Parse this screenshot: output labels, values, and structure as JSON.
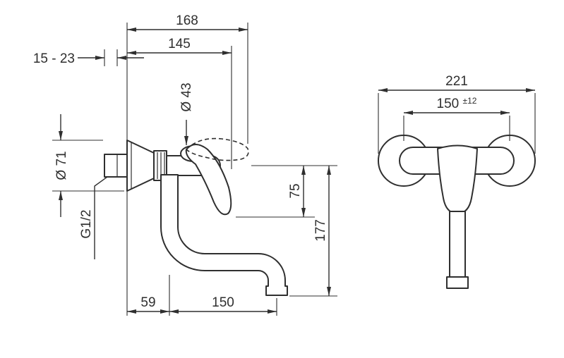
{
  "drawing": {
    "side_view": {
      "depth_total": "168",
      "depth_inner": "145",
      "wall_adjust_range": "15 - 23",
      "handle_diameter": "Ø 43",
      "escutcheon_diameter": "Ø 71",
      "connection_thread": "G1/2",
      "handle_drop": "75",
      "height_below_axis": "177",
      "wall_to_spout_axis": "59",
      "spout_reach": "150"
    },
    "front_view": {
      "width_total": "221",
      "connection_centers": "150",
      "connection_tolerance": "±12"
    },
    "colors": {
      "line": "#2f2f2f",
      "background": "#ffffff"
    }
  }
}
